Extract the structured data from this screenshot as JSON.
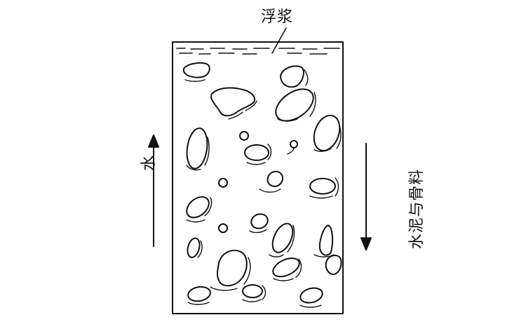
{
  "labels": {
    "top": "浮浆",
    "left": "水",
    "right": "水泥与骨料"
  },
  "icons": {
    "up_arrow": "arrow-up-icon",
    "down_arrow": "arrow-down-icon"
  },
  "colors": {
    "ink": "#111111",
    "background": "#ffffff"
  }
}
